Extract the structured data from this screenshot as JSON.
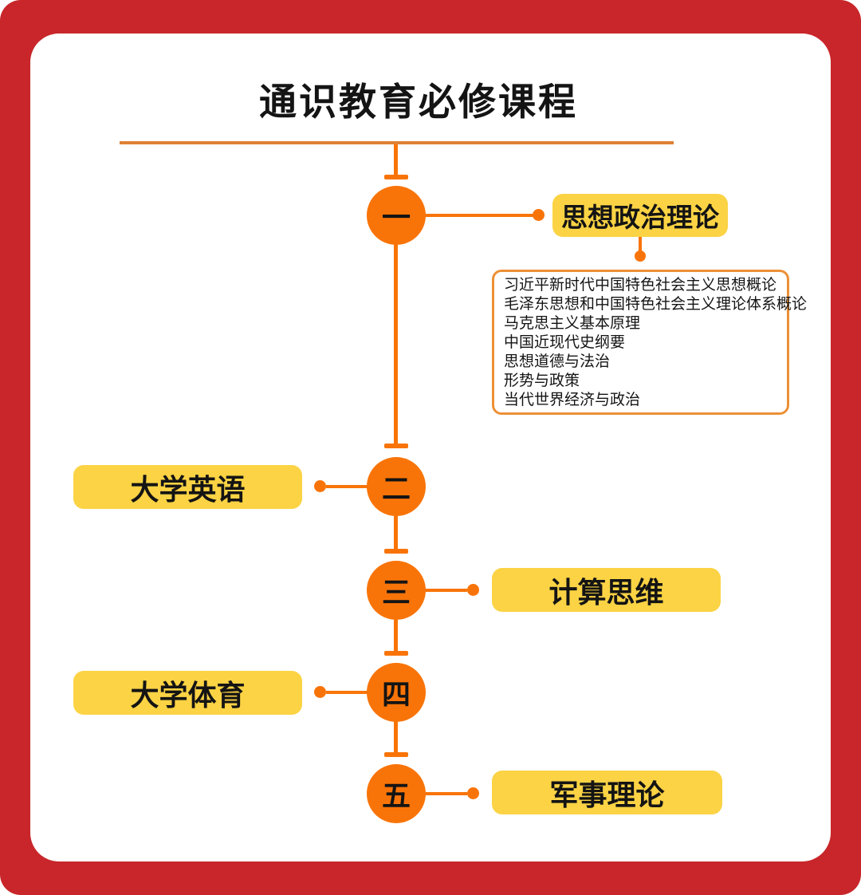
{
  "palette": {
    "frame_red": "#C8262A",
    "card_white": "#FFFFFF",
    "orange": "#F97408",
    "header_line_orange": "#DE8136",
    "box_border_orange": "#ED9036",
    "yellow": "#FBD344",
    "ink": "#141414"
  },
  "header": {
    "title": "通识教育必修课程"
  },
  "nodes": [
    {
      "index": "一",
      "label": "思想政治理论",
      "side": "right",
      "children": [
        "习近平新时代中国特色社会主义思想概论",
        "毛泽东思想和中国特色社会主义理论体系概论",
        "马克思主义基本原理",
        "中国近现代史纲要",
        "思想道德与法治",
        "形势与政策",
        "当代世界经济与政治"
      ]
    },
    {
      "index": "二",
      "label": "大学英语",
      "side": "left"
    },
    {
      "index": "三",
      "label": "计算思维",
      "side": "right"
    },
    {
      "index": "四",
      "label": "大学体育",
      "side": "left"
    },
    {
      "index": "五",
      "label": "军事理论",
      "side": "right"
    }
  ]
}
